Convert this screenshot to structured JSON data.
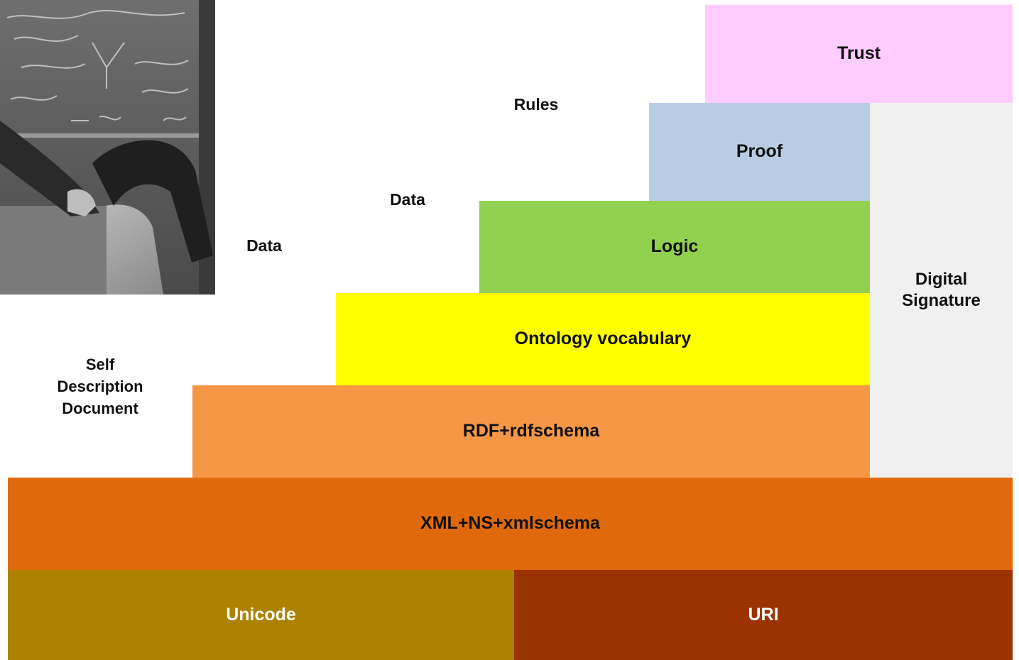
{
  "layers": {
    "unicode": {
      "label": "Unicode",
      "color": "#ad8200"
    },
    "uri": {
      "label": "URI",
      "color": "#9a3300"
    },
    "xml": {
      "label": "XML+NS+xmlschema",
      "color": "#e06a0b"
    },
    "rdf": {
      "label": "RDF+rdfschema",
      "color": "#f59745"
    },
    "ontology": {
      "label": "Ontology vocabulary",
      "color": "#ffff00"
    },
    "logic": {
      "label": "Logic",
      "color": "#92d050"
    },
    "proof": {
      "label": "Proof",
      "color": "#b8cce4"
    },
    "trust": {
      "label": "Trust",
      "color": "#ffccff"
    },
    "digital_signature": {
      "label": "Digital\nSignature",
      "color": "#f0f0f0"
    }
  },
  "side_labels": {
    "self_description": "Self\nDescription\nDocument",
    "data_lower": "Data",
    "data_upper": "Data",
    "rules": "Rules"
  },
  "photo": {
    "icon": "chalkboard-lecturer-photo"
  }
}
